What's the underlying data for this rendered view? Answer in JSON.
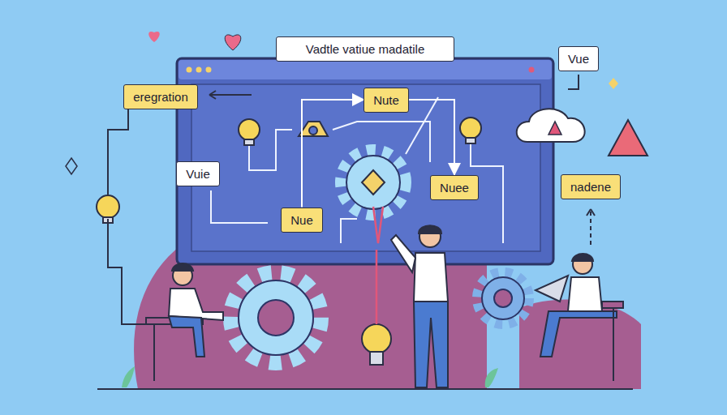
{
  "diagram": {
    "nodes": [
      {
        "text": [
          "Vadtle vatiue madatile"
        ]
      },
      {
        "text": [
          "Vue"
        ]
      },
      {
        "text": [
          "eregration"
        ]
      },
      {
        "text": [
          "Nute"
        ]
      },
      {
        "text": [
          "Vuie"
        ]
      },
      {
        "text": [
          "Nuee"
        ]
      },
      {
        "text": [
          "nadene"
        ]
      },
      {
        "text": [
          "Nue"
        ]
      }
    ],
    "edges": [
      {
        "from": 3,
        "to": 5,
        "arrow": "to"
      },
      {
        "from": 7,
        "to": 3,
        "arrow": "to"
      }
    ]
  }
}
